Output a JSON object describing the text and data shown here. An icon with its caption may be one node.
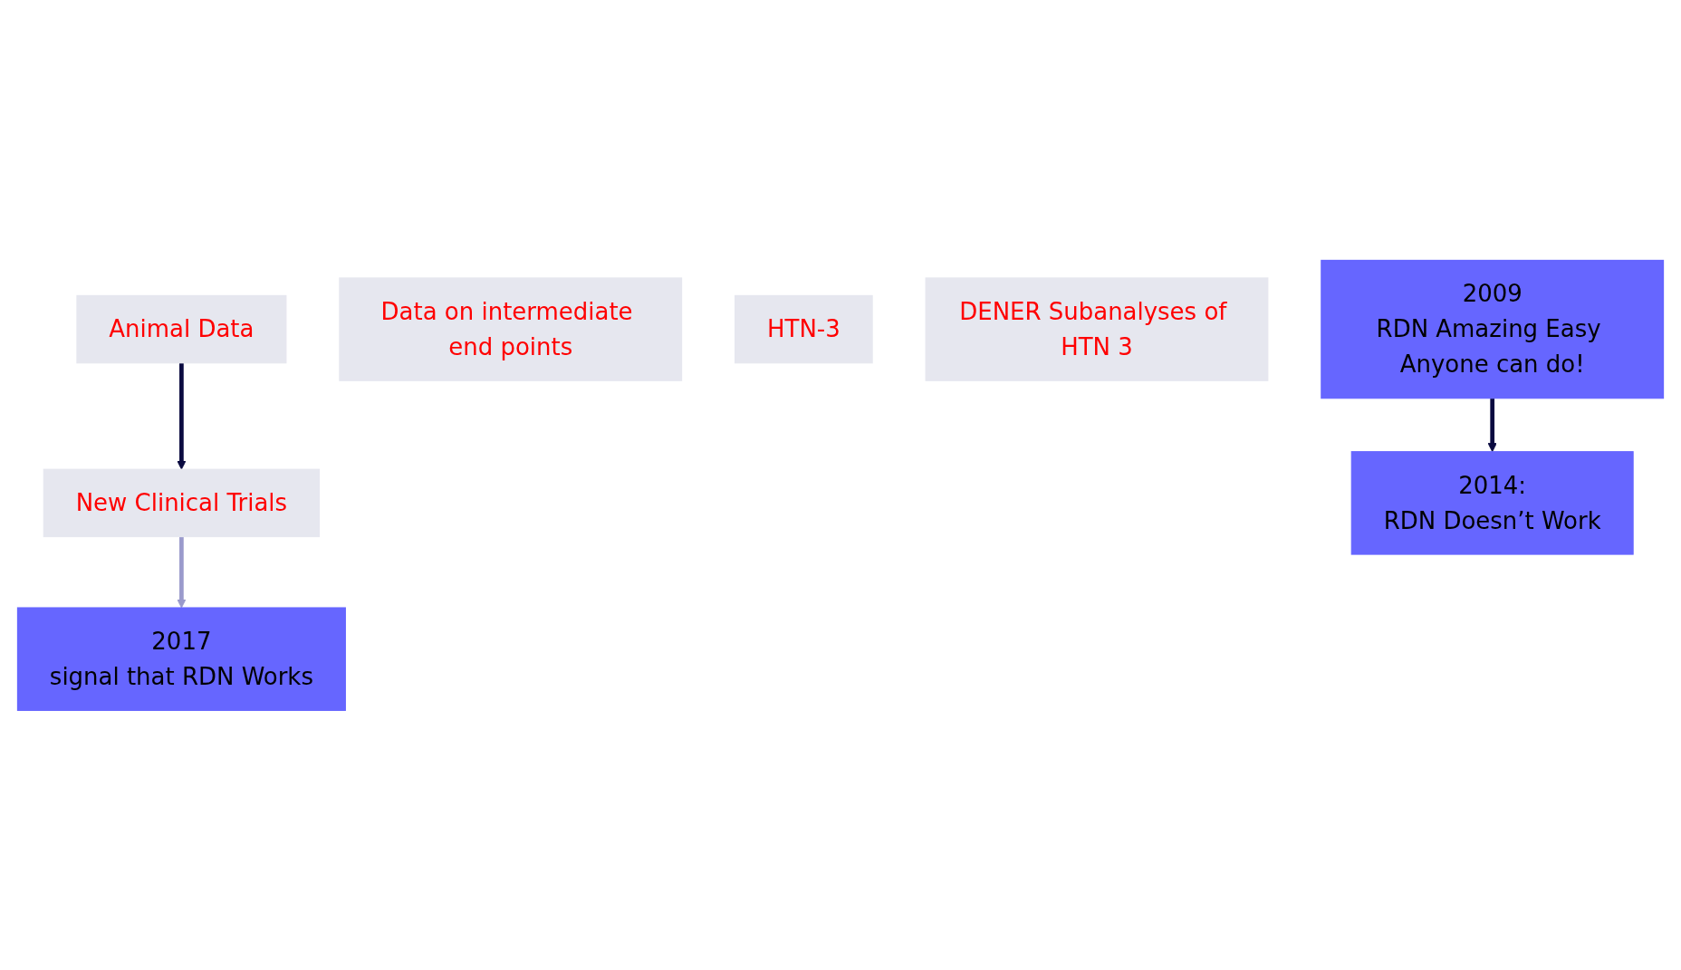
{
  "diagram": {
    "nodes": [
      {
        "text": [
          "2009",
          "RDN Amazing Easy Anyone can do!"
        ]
      },
      {
        "text": [
          "2017",
          "signal that RDN Works"
        ]
      },
      {
        "text": [
          "New Clinical Trials"
        ]
      },
      {
        "text": [
          "Data on intermediate end points"
        ]
      },
      {
        "text": [
          "HTN-3"
        ]
      },
      {
        "text": [
          "DENER Subanalyses of HTN 3"
        ]
      },
      {
        "text": [
          "Animal Data"
        ]
      },
      {
        "text": [
          "2014:",
          "RDN Doesn’t Work"
        ]
      }
    ],
    "edges": [
      {
        "from": 0,
        "to": 7,
        "arrow": "to"
      },
      {
        "from": 6,
        "to": 2,
        "arrow": "to"
      },
      {
        "from": 2,
        "to": 1,
        "arrow": "to",
        "color": "#9a9acc"
      }
    ]
  }
}
